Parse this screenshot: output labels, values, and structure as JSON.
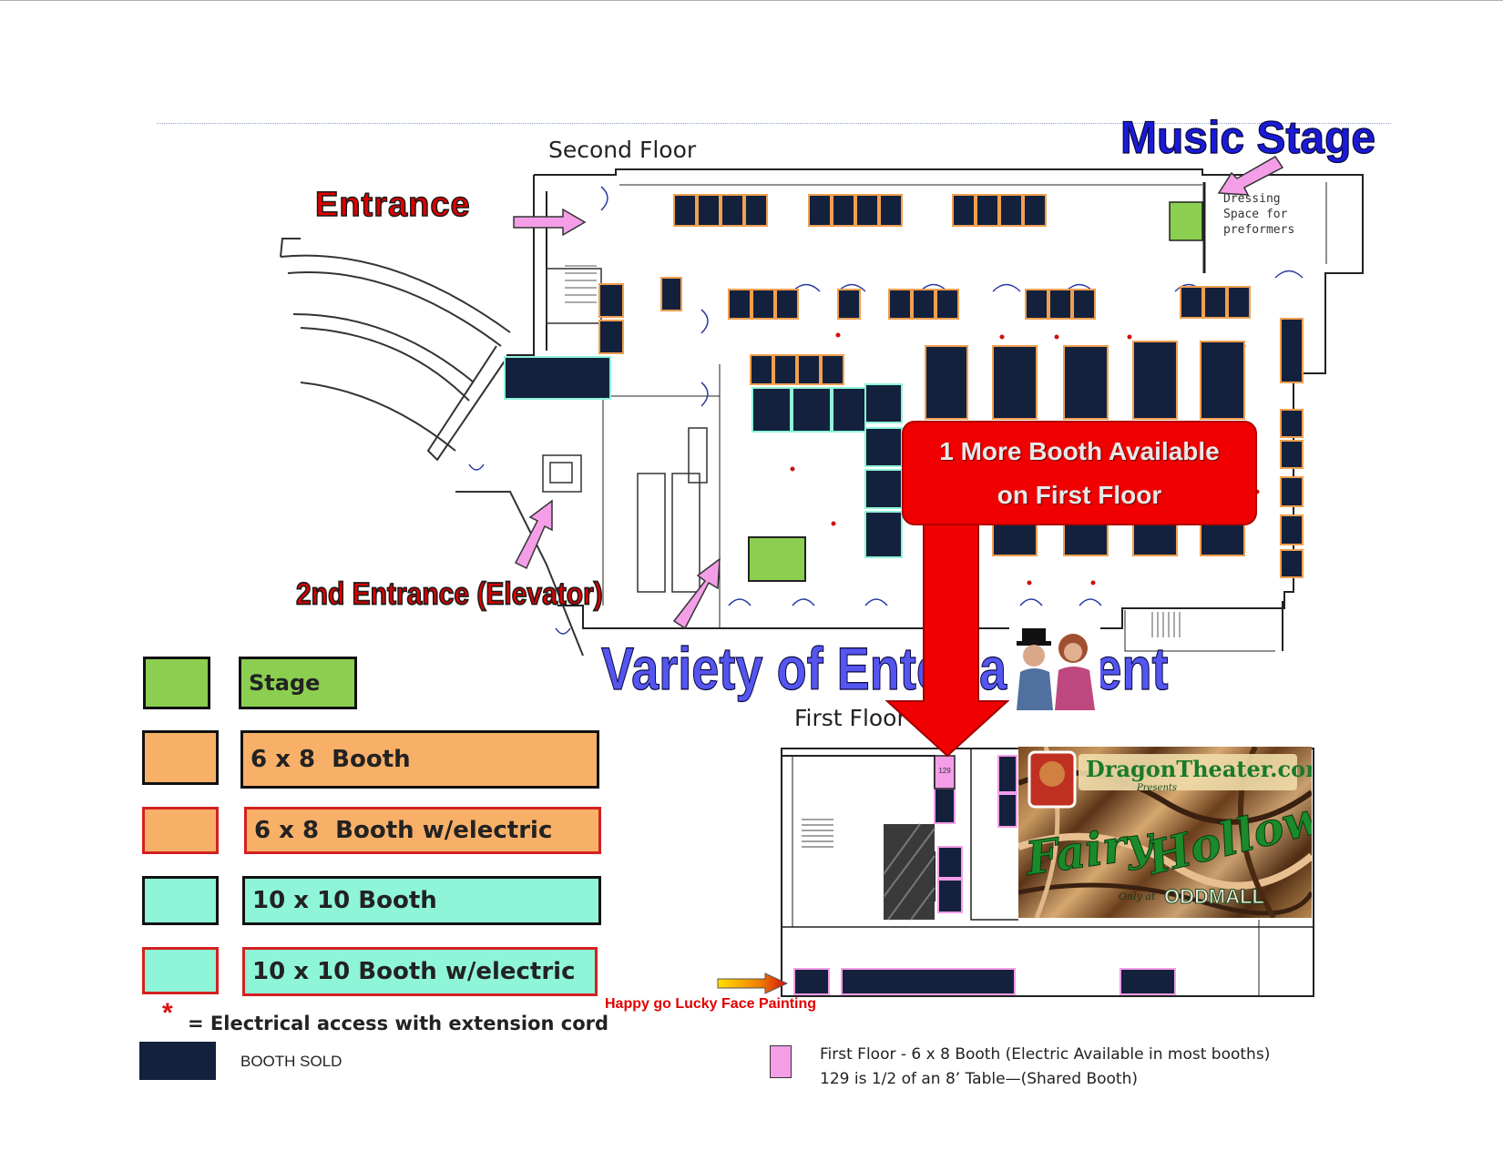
{
  "floors": {
    "second_floor_title": "Second Floor",
    "first_floor_title": "First Floor"
  },
  "callouts": {
    "music_stage": "Music Stage",
    "entrance": "Entrance",
    "second_entrance": "2nd Entrance (Elevator)",
    "variety": "Variety of Entertainment",
    "booth_available_line1": "1 More Booth Available",
    "booth_available_line2": "on First Floor",
    "face_painting": "Happy go Lucky Face Painting"
  },
  "map_labels": {
    "dressing_space": "Dressing Space for preformers",
    "booth_129": "129"
  },
  "legend": {
    "items": [
      {
        "label": "Stage",
        "color": "#8ccf50"
      },
      {
        "label": "6 x 8  Booth",
        "color": "#f8b068"
      },
      {
        "label": "6 x 8  Booth w/electric",
        "color": "#f8b068"
      },
      {
        "label": "10 x 10 Booth",
        "color": "#8ff5d8"
      },
      {
        "label": "10 x 10 Booth w/electric",
        "color": "#8ff5d8"
      }
    ],
    "asterisk": "*",
    "electrical_note": "= Electrical access with extension cord",
    "sold_label": "BOOTH SOLD",
    "sold_color": "#14213d"
  },
  "first_floor_note": {
    "line1": "First Floor - 6 x 8 Booth (Electric Available in most booths)",
    "line2": "129 is 1/2 of an 8’ Table—(Shared Booth)",
    "color": "#f49ee8"
  },
  "poster": {
    "brand": "DragonTheater.com",
    "presents": "Presents",
    "title_word1": "Fairy",
    "title_word2": "Hollow",
    "venue_prefix": "Only at",
    "venue": "ODDMALL"
  }
}
